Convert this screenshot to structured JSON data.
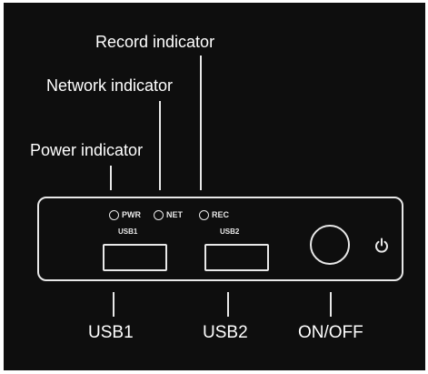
{
  "callouts": {
    "record": "Record indicator",
    "network": "Network indicator",
    "power": "Power indicator"
  },
  "indicators": {
    "pwr": "PWR",
    "net": "NET",
    "rec": "REC"
  },
  "ports": {
    "usb1_small": "USB1",
    "usb2_small": "USB2"
  },
  "bottom_labels": {
    "usb1": "USB1",
    "usb2": "USB2",
    "onoff": "ON/OFF"
  },
  "icons": {
    "power_symbol": "power-icon"
  },
  "colors": {
    "background": "#0e0e0e",
    "line": "#e8e8e8",
    "text": "#ffffff"
  }
}
